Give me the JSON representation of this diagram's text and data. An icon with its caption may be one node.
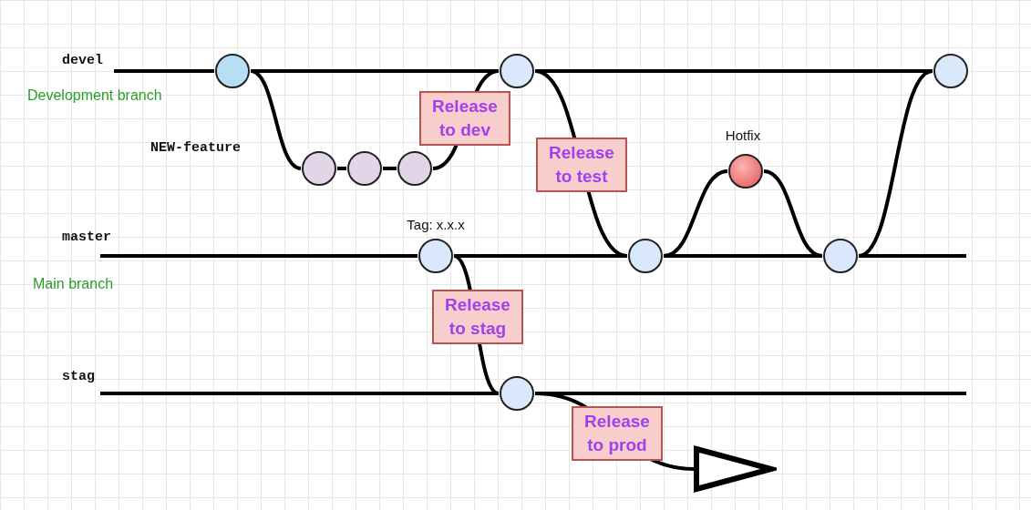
{
  "diagram": {
    "nodes": [
      {
        "text": [],
        "shape": "circle"
      },
      {
        "text": [],
        "shape": "circle"
      },
      {
        "text": [],
        "shape": "circle"
      },
      {
        "text": [],
        "shape": "circle"
      },
      {
        "text": [],
        "shape": "circle"
      },
      {
        "text": [],
        "shape": "circle"
      },
      {
        "text": [],
        "shape": "circle",
        "beside": [
          "Tag: x.x.x"
        ]
      },
      {
        "text": [],
        "shape": "circle"
      },
      {
        "text": [],
        "shape": "circle",
        "beside": [
          "Hotfix"
        ]
      },
      {
        "text": [],
        "shape": "circle"
      },
      {
        "text": [],
        "shape": "circle"
      }
    ],
    "edges": [
      {
        "from": null,
        "to": 0,
        "arrow": "none"
      },
      {
        "from": 0,
        "to": 4,
        "arrow": "none"
      },
      {
        "from": 4,
        "to": 5,
        "arrow": "none"
      },
      {
        "from": 0,
        "to": 1,
        "arrow": "none"
      },
      {
        "from": 1,
        "to": 2,
        "arrow": "none"
      },
      {
        "from": 2,
        "to": 3,
        "arrow": "none"
      },
      {
        "from": 3,
        "to": 4,
        "arrow": "none",
        "label": "Release to dev"
      },
      {
        "from": 4,
        "to": 7,
        "arrow": "none",
        "label": "Release to test"
      },
      {
        "from": null,
        "to": 6,
        "arrow": "none"
      },
      {
        "from": 6,
        "to": 7,
        "arrow": "none"
      },
      {
        "from": 7,
        "to": 9,
        "arrow": "none"
      },
      {
        "from": 9,
        "to": null,
        "arrow": "none"
      },
      {
        "from": 7,
        "to": 8,
        "arrow": "none"
      },
      {
        "from": 8,
        "to": 9,
        "arrow": "none"
      },
      {
        "from": 9,
        "to": 5,
        "arrow": "none"
      },
      {
        "from": 6,
        "to": 10,
        "arrow": "none",
        "label": "Release to stag"
      },
      {
        "from": null,
        "to": 10,
        "arrow": "none"
      },
      {
        "from": 10,
        "to": null,
        "arrow": "none"
      },
      {
        "from": 10,
        "to": null,
        "arrow": "to",
        "label": "Release to prod"
      }
    ],
    "labels": [
      "devel",
      "Development branch",
      "NEW-feature",
      "master",
      "Main branch",
      "stag"
    ]
  }
}
